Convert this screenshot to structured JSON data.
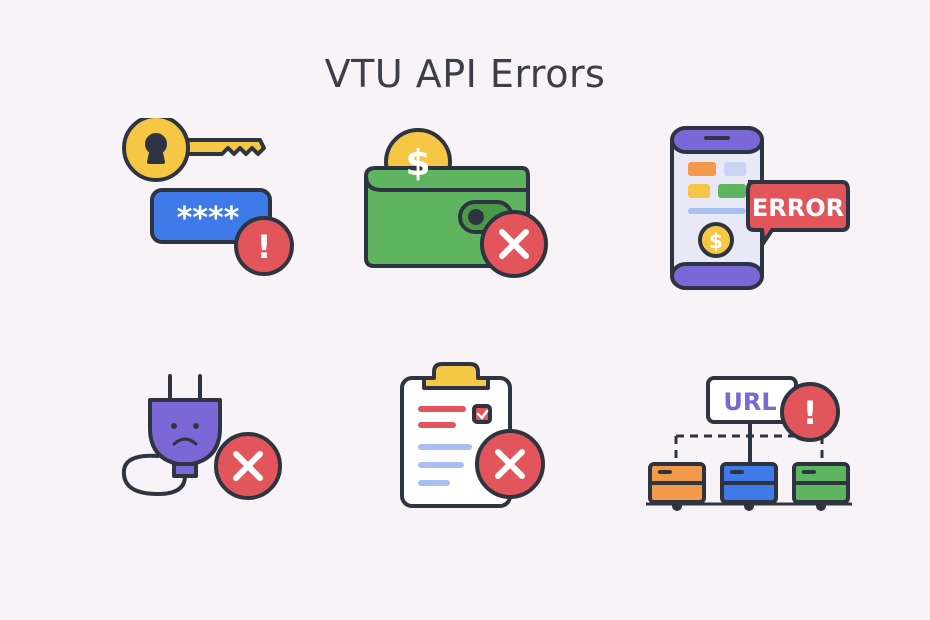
{
  "title": "VTU API Errors",
  "icons": {
    "key": {
      "mask": "****",
      "alert": "!"
    },
    "phone": {
      "error_label": "ERROR",
      "currency": "$"
    },
    "wallet": {
      "currency": "$"
    },
    "network": {
      "url_label": "URL",
      "alert": "!"
    }
  },
  "colors": {
    "background": "#f7f3f7",
    "stroke": "#2e3440",
    "red": "#e2565b",
    "yellow": "#f6c744",
    "blue": "#3f7be8",
    "green": "#5fb55f",
    "purple": "#7c67d6",
    "orange": "#f29a4a"
  }
}
